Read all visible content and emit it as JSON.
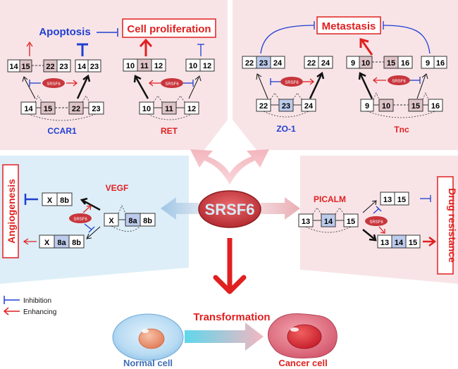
{
  "center": {
    "label": "SRSF6"
  },
  "panels": {
    "top_left": {
      "apoptosis": "Apoptosis",
      "cell_proliferation": "Cell proliferation",
      "ccar1": {
        "name": "CCAR1",
        "top_left_exons": [
          "14",
          "15",
          "22",
          "23"
        ],
        "top_right_exons": [
          "14",
          "23"
        ],
        "bottom_exons": [
          "14",
          "15",
          "22",
          "23"
        ],
        "badge": "SRSF6"
      },
      "ret": {
        "name": "RET",
        "top_left_exons": [
          "10",
          "11",
          "12"
        ],
        "top_right_exons": [
          "10",
          "12"
        ],
        "bottom_exons": [
          "10",
          "11",
          "12"
        ],
        "badge": "SRSF6"
      }
    },
    "top_right": {
      "metastasis": "Metastasis",
      "zo1": {
        "name": "ZO-1",
        "top_left_exons": [
          "22",
          "23",
          "24"
        ],
        "top_right_exons": [
          "22",
          "24"
        ],
        "bottom_exons": [
          "22",
          "23",
          "24"
        ],
        "badge": "SRSF6"
      },
      "tnc": {
        "name": "Tnc",
        "top_left_exons": [
          "9",
          "10",
          "15",
          "16"
        ],
        "top_right_exons": [
          "9",
          "16"
        ],
        "bottom_exons": [
          "9",
          "10",
          "15",
          "16"
        ],
        "badge": "SRSF6"
      }
    },
    "left": {
      "angiogenesis": "Angiogenesis",
      "vegf": {
        "name": "VEGF",
        "top_exons": [
          "X",
          "8b"
        ],
        "bottom_exons": [
          "X",
          "8a",
          "8b"
        ],
        "source_exons": [
          "X",
          "8a",
          "8b"
        ],
        "badge": "SRSF6"
      }
    },
    "right": {
      "drug_resistance": "Drug resistance",
      "picalm": {
        "name": "PICALM",
        "source_exons": [
          "13",
          "14",
          "15"
        ],
        "top_exons": [
          "13",
          "15"
        ],
        "bottom_exons": [
          "13",
          "14",
          "15"
        ],
        "badge": "SRSF6"
      }
    }
  },
  "legend": {
    "inhibition": "Inhibition",
    "enhancing": "Enhancing"
  },
  "bottom": {
    "transformation": "Transformation",
    "normal_cell": "Normal cell",
    "cancer_cell": "Cancer cell"
  },
  "colors": {
    "red": "#e02020",
    "blue": "#1f3fd1",
    "pink_panel": "#f8e4e7",
    "blue_panel": "#ddeef8",
    "exon_pink": "#dec3c7",
    "exon_blue": "#bccbec",
    "srsf6_fill": "#c8363c"
  }
}
